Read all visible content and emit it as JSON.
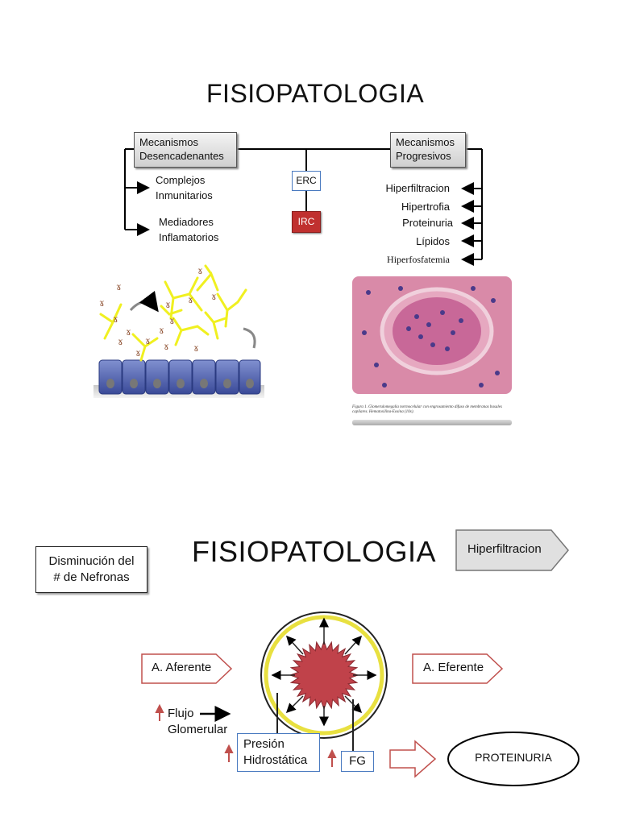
{
  "slide1": {
    "title": "FISIOPATOLOGIA",
    "mech_trigger": "Mecanismos Desencadenantes",
    "mech_trigger_l1": "Mecanismos",
    "mech_trigger_l2": "Desencadenantes",
    "mech_prog_l1": "Mecanismos",
    "mech_prog_l2": "Progresivos",
    "left_items": [
      {
        "l1": "Complejos",
        "l2": "Inmunitarios"
      },
      {
        "l1": "Mediadores",
        "l2": "Inflamatorios"
      }
    ],
    "erc": "ERC",
    "irc": "IRC",
    "right_items": [
      "Hiperfiltracion",
      "Hipertrofia",
      "Proteinuria",
      "Lípidos",
      "Hiperfosfatemia"
    ],
    "figure_caption": "Figura 1. Glomerulomegalia normocelular con engrosamiento difuso de membranas basales capilares. Hematoxilina-Eosina (10x)."
  },
  "slide2": {
    "title": "FISIOPATOLOGIA",
    "nephron_box_l1": "Disminución del",
    "nephron_box_l2": "# de Nefronas",
    "hyperfiltration": "Hiperfiltracion",
    "afferent": "A. Aferente",
    "efferent": "A. Eferente",
    "flow_l1": "Flujo",
    "flow_l2": "Glomerular",
    "pressure_l1": "Presión",
    "pressure_l2": "Hidrostática",
    "fg": "FG",
    "proteinuria": "PROTEINURIA"
  },
  "colors": {
    "irc_red": "#c0302f",
    "erc_border": "#4a7ac0",
    "arrow_red": "#c0504d",
    "star_red": "#c0424a",
    "glom_yellow": "#e8e040",
    "cell_blue": "#4a5aa8",
    "antibody_yellow": "#f0f020",
    "histo_pink": "#d98aa8"
  }
}
